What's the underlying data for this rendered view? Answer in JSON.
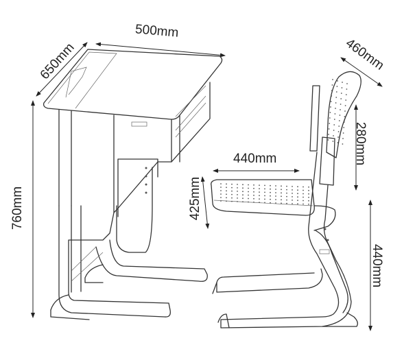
{
  "desk": {
    "width_label": "500mm",
    "depth_label": "650mm",
    "height_label": "760mm"
  },
  "chair": {
    "depth_label": "460mm",
    "backrest_height_label": "280mm",
    "seat_width_label": "440mm",
    "seat_depth_label": "425mm",
    "seat_height_label": "440mm"
  }
}
